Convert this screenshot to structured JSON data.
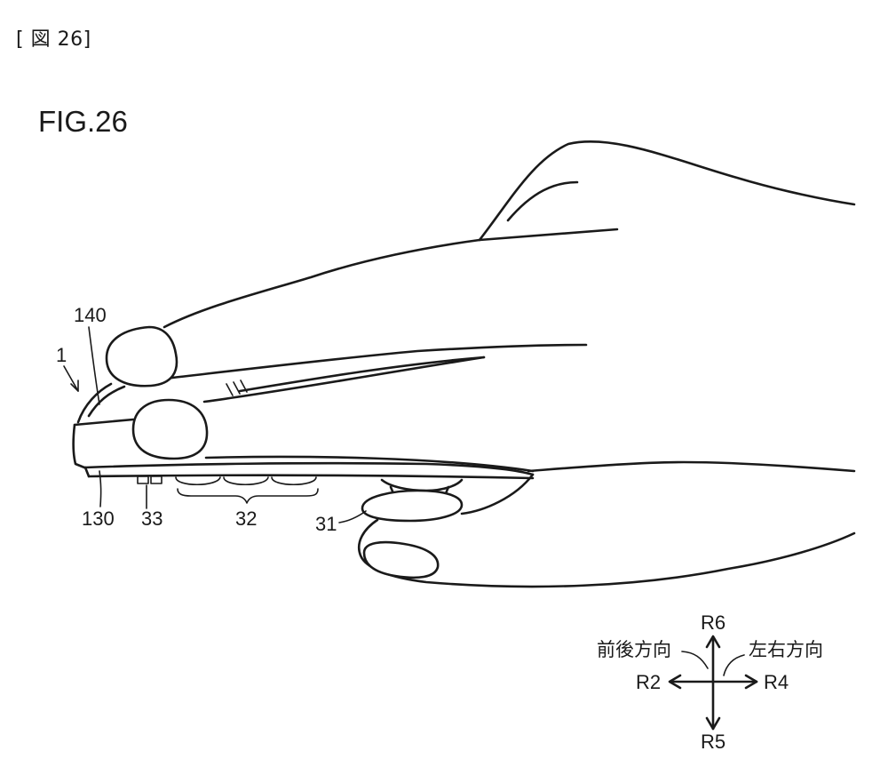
{
  "header": {
    "text": "[ 図 26]"
  },
  "figure": {
    "title": "FIG.26"
  },
  "labels": {
    "l140": "140",
    "l1": "1",
    "l130": "130",
    "l33": "33",
    "l32": "32",
    "l31": "31"
  },
  "directions": {
    "r6": "R6",
    "r5": "R5",
    "r2": "R2",
    "r4": "R4",
    "front_back": "前後方向",
    "left_right": "左右方向"
  }
}
